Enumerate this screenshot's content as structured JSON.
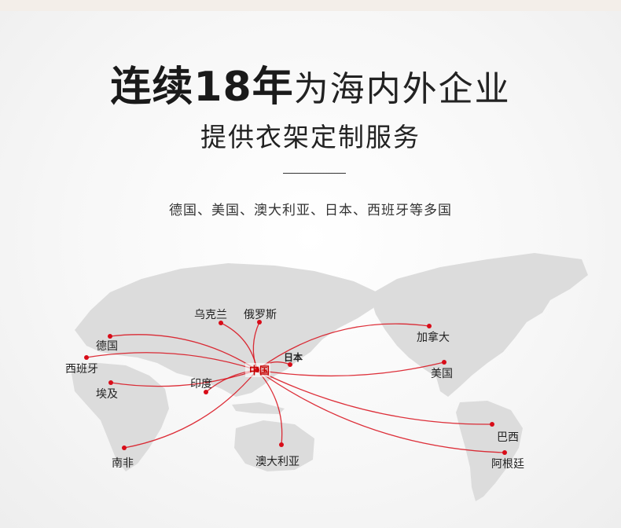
{
  "headline": {
    "bold": "连续18年",
    "light": "为海内外企业"
  },
  "subtitle": "提供衣架定制服务",
  "countries_line": "德国、美国、澳大利亚、日本、西班牙等多国",
  "accent_color": "#d80c18",
  "map": {
    "origin": "中国",
    "destinations": [
      {
        "label": "乌克兰"
      },
      {
        "label": "俄罗斯"
      },
      {
        "label": "德国"
      },
      {
        "label": "西班牙"
      },
      {
        "label": "埃及"
      },
      {
        "label": "印度"
      },
      {
        "label": "日本"
      },
      {
        "label": "加拿大"
      },
      {
        "label": "美国"
      },
      {
        "label": "巴西"
      },
      {
        "label": "阿根廷"
      },
      {
        "label": "南非"
      },
      {
        "label": "澳大利亚"
      }
    ]
  }
}
